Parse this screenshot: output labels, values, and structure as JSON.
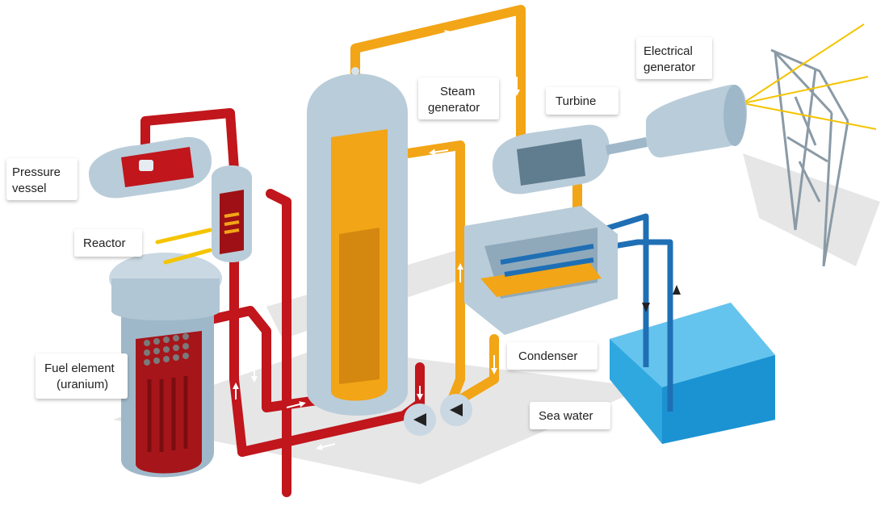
{
  "title": "Pressurized water reactor diagram",
  "labels": {
    "pressure_vessel": [
      "Pressure",
      "vessel"
    ],
    "reactor": [
      "Reactor"
    ],
    "fuel_element": [
      "Fuel element",
      "(uranium)"
    ],
    "steam_generator": [
      "Steam",
      "generator"
    ],
    "turbine": [
      "Turbine"
    ],
    "electrical_generator": [
      "Electrical",
      "generator"
    ],
    "condenser": [
      "Condenser"
    ],
    "sea_water": [
      "Sea water"
    ]
  },
  "colors": {
    "primary_loop": "#c0161c",
    "secondary_loop": "#f2a516",
    "cooling_water": "#1f6fb5",
    "equipment": "#b9ccd9",
    "equipment_dark": "#8fa9bb",
    "sea": "#2fa8e0",
    "shadow": "#e3e3e3",
    "label_bg": "#ffffff"
  }
}
